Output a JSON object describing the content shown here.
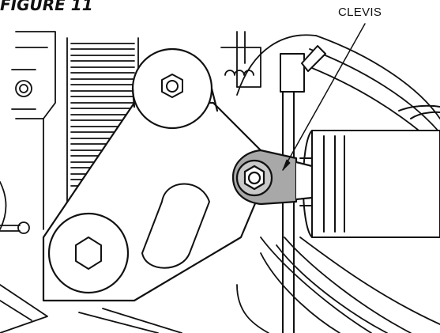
{
  "figure": {
    "title": "FIGURE 11",
    "callout_label": "CLEVIS"
  },
  "colors": {
    "line": "#111111",
    "clevis_fill": "#a8a8a8",
    "nut_fill": "#a8a8a8",
    "background": "#ffffff"
  },
  "parts": [
    "spring",
    "bell-crank-lever",
    "upper-hex-nut",
    "lower-hex-nut",
    "clevis",
    "cylinder",
    "brake-drum-arc",
    "mounting-bracket"
  ]
}
